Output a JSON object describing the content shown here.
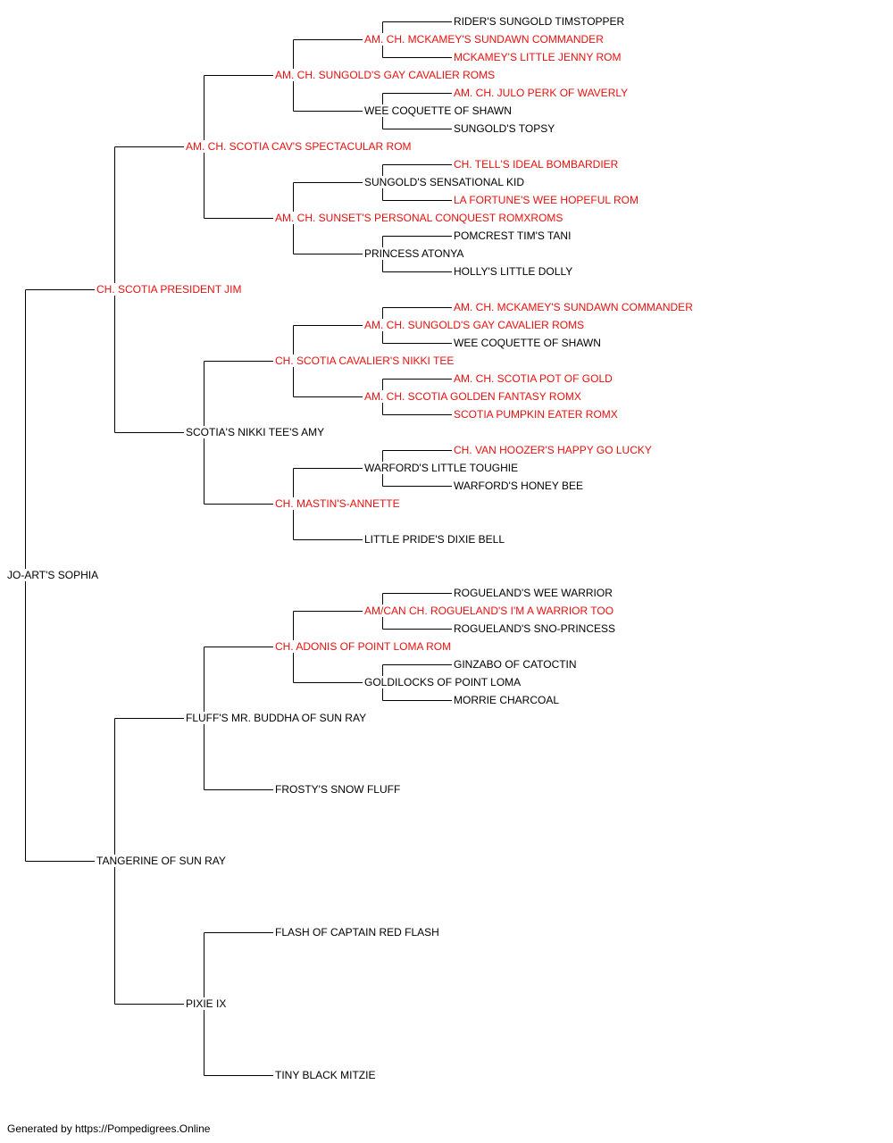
{
  "footer": "Generated by https://Pompedigrees.Online",
  "colors": {
    "champion": "#e8100f",
    "normal": "#000000",
    "lines": "#000000"
  },
  "pedigree": {
    "name": "JO-ART'S SOPHIA",
    "red": false,
    "sire": {
      "name": "CH. SCOTIA PRESIDENT JIM",
      "red": true,
      "sire": {
        "name": "AM. CH. SCOTIA CAV'S SPECTACULAR ROM",
        "red": true,
        "sire": {
          "name": "AM. CH. SUNGOLD'S GAY CAVALIER ROMS",
          "red": true,
          "sire": {
            "name": "AM. CH. MCKAMEY'S SUNDAWN COMMANDER",
            "red": true,
            "sire": {
              "name": "RIDER'S SUNGOLD TIMSTOPPER",
              "red": false
            },
            "dam": {
              "name": "MCKAMEY'S LITTLE JENNY ROM",
              "red": true
            }
          },
          "dam": {
            "name": "WEE COQUETTE OF SHAWN",
            "red": false,
            "sire": {
              "name": "AM. CH. JULO PERK OF WAVERLY",
              "red": true
            },
            "dam": {
              "name": "SUNGOLD'S TOPSY",
              "red": false
            }
          }
        },
        "dam": {
          "name": "AM. CH. SUNSET'S PERSONAL CONQUEST ROMXROMS",
          "red": true,
          "sire": {
            "name": "SUNGOLD'S SENSATIONAL KID",
            "red": false,
            "sire": {
              "name": "CH. TELL'S IDEAL BOMBARDIER",
              "red": true
            },
            "dam": {
              "name": "LA FORTUNE'S WEE HOPEFUL ROM",
              "red": true
            }
          },
          "dam": {
            "name": "PRINCESS ATONYA",
            "red": false,
            "sire": {
              "name": "POMCREST TIM'S TANI",
              "red": false
            },
            "dam": {
              "name": "HOLLY'S LITTLE DOLLY",
              "red": false
            }
          }
        }
      },
      "dam": {
        "name": "SCOTIA'S NIKKI TEE'S AMY",
        "red": false,
        "sire": {
          "name": "CH. SCOTIA CAVALIER'S NIKKI TEE",
          "red": true,
          "sire": {
            "name": "AM. CH. SUNGOLD'S GAY CAVALIER ROMS",
            "red": true,
            "sire": {
              "name": "AM. CH. MCKAMEY'S SUNDAWN COMMANDER",
              "red": true
            },
            "dam": {
              "name": "WEE COQUETTE OF SHAWN",
              "red": false
            }
          },
          "dam": {
            "name": "AM. CH. SCOTIA GOLDEN FANTASY ROMX",
            "red": true,
            "sire": {
              "name": "AM. CH. SCOTIA POT OF GOLD",
              "red": true
            },
            "dam": {
              "name": "SCOTIA PUMPKIN EATER ROMX",
              "red": true
            }
          }
        },
        "dam": {
          "name": "CH. MASTIN'S-ANNETTE",
          "red": true,
          "sire": {
            "name": "WARFORD'S LITTLE TOUGHIE",
            "red": false,
            "sire": {
              "name": "CH. VAN HOOZER'S HAPPY GO LUCKY",
              "red": true
            },
            "dam": {
              "name": "WARFORD'S HONEY BEE",
              "red": false
            }
          },
          "dam": {
            "name": "LITTLE PRIDE'S DIXIE BELL",
            "red": false
          }
        }
      }
    },
    "dam": {
      "name": "TANGERINE OF SUN RAY",
      "red": false,
      "sire": {
        "name": "FLUFF'S MR. BUDDHA OF SUN RAY",
        "red": false,
        "sire": {
          "name": "CH. ADONIS OF POINT LOMA ROM",
          "red": true,
          "sire": {
            "name": "AM/CAN CH. ROGUELAND'S I'M A WARRIOR TOO",
            "red": true,
            "sire": {
              "name": "ROGUELAND'S WEE WARRIOR",
              "red": false
            },
            "dam": {
              "name": "ROGUELAND'S SNO-PRINCESS",
              "red": false
            }
          },
          "dam": {
            "name": "GOLDILOCKS OF POINT LOMA",
            "red": false,
            "sire": {
              "name": "GINZABO OF CATOCTIN",
              "red": false
            },
            "dam": {
              "name": "MORRIE CHARCOAL",
              "red": false
            }
          }
        },
        "dam": {
          "name": "FROSTY'S SNOW FLUFF",
          "red": false
        }
      },
      "dam": {
        "name": "PIXIE IX",
        "red": false,
        "sire": {
          "name": "FLASH OF CAPTAIN RED FLASH",
          "red": false
        },
        "dam": {
          "name": "TINY BLACK MITZIE",
          "red": false
        }
      }
    }
  }
}
